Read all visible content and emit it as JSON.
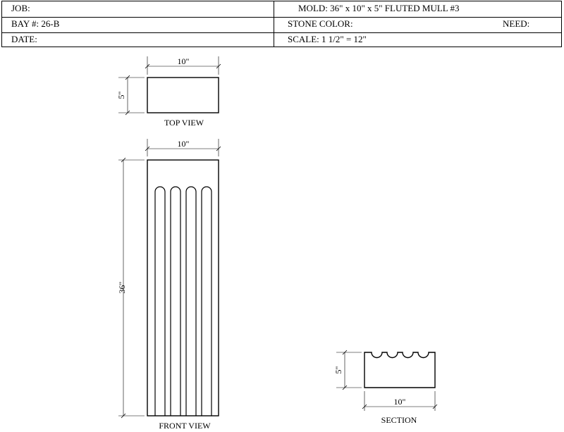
{
  "header": {
    "job": "JOB:",
    "mold": "MOLD: 36\" x 10\" x 5\" FLUTED MULL #3",
    "bay": "BAY #: 26-B",
    "stone_color": "STONE COLOR:",
    "need": "NEED:",
    "date": "DATE:",
    "scale": "SCALE:  1 1/2\" = 12\""
  },
  "top_view": {
    "width_dim": "10\"",
    "height_dim": "5\"",
    "label": "TOP VIEW"
  },
  "front_view": {
    "width_dim": "10\"",
    "height_dim": "36\"",
    "label": "FRONT VIEW",
    "flute_count": 4
  },
  "section": {
    "width_dim": "10\"",
    "height_dim": "5\"",
    "label": "SECTION",
    "flute_count": 4
  }
}
